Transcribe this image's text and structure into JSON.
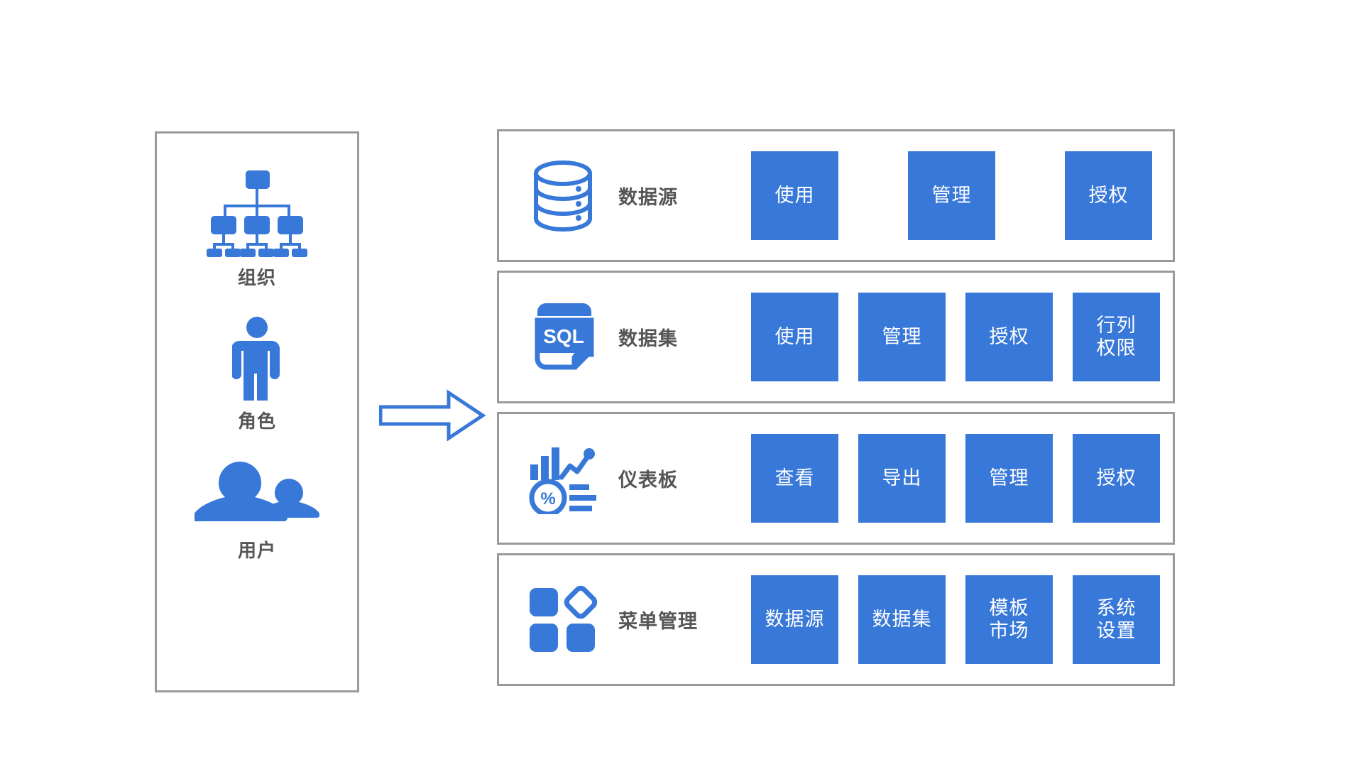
{
  "theme": {
    "accent_blue": "#3878d8",
    "border_gray": "#9a9a9a",
    "text_gray": "#565656",
    "chip_text": "#ffffff",
    "background": "#ffffff"
  },
  "subjects": {
    "items": [
      {
        "label": "组织",
        "icon": "org-chart-icon"
      },
      {
        "label": "角色",
        "icon": "person-standing-icon"
      },
      {
        "label": "用户",
        "icon": "users-group-icon"
      }
    ]
  },
  "arrow": {
    "icon": "arrow-right-icon",
    "direction": "right"
  },
  "resources": {
    "rows": [
      {
        "title": "数据源",
        "icon": "database-icon",
        "permissions": [
          {
            "label": "使用"
          },
          {
            "label": "管理"
          },
          {
            "label": "授权"
          }
        ]
      },
      {
        "title": "数据集",
        "icon": "sql-file-icon",
        "permissions": [
          {
            "label": "使用"
          },
          {
            "label": "管理"
          },
          {
            "label": "授权"
          },
          {
            "label": "行列\n权限"
          }
        ]
      },
      {
        "title": "仪表板",
        "icon": "dashboard-chart-icon",
        "permissions": [
          {
            "label": "查看"
          },
          {
            "label": "导出"
          },
          {
            "label": "管理"
          },
          {
            "label": "授权"
          }
        ]
      },
      {
        "title": "菜单管理",
        "icon": "menu-grid-icon",
        "permissions": [
          {
            "label": "数据源"
          },
          {
            "label": "数据集"
          },
          {
            "label": "模板\n市场"
          },
          {
            "label": "系统\n设置"
          }
        ]
      }
    ]
  }
}
